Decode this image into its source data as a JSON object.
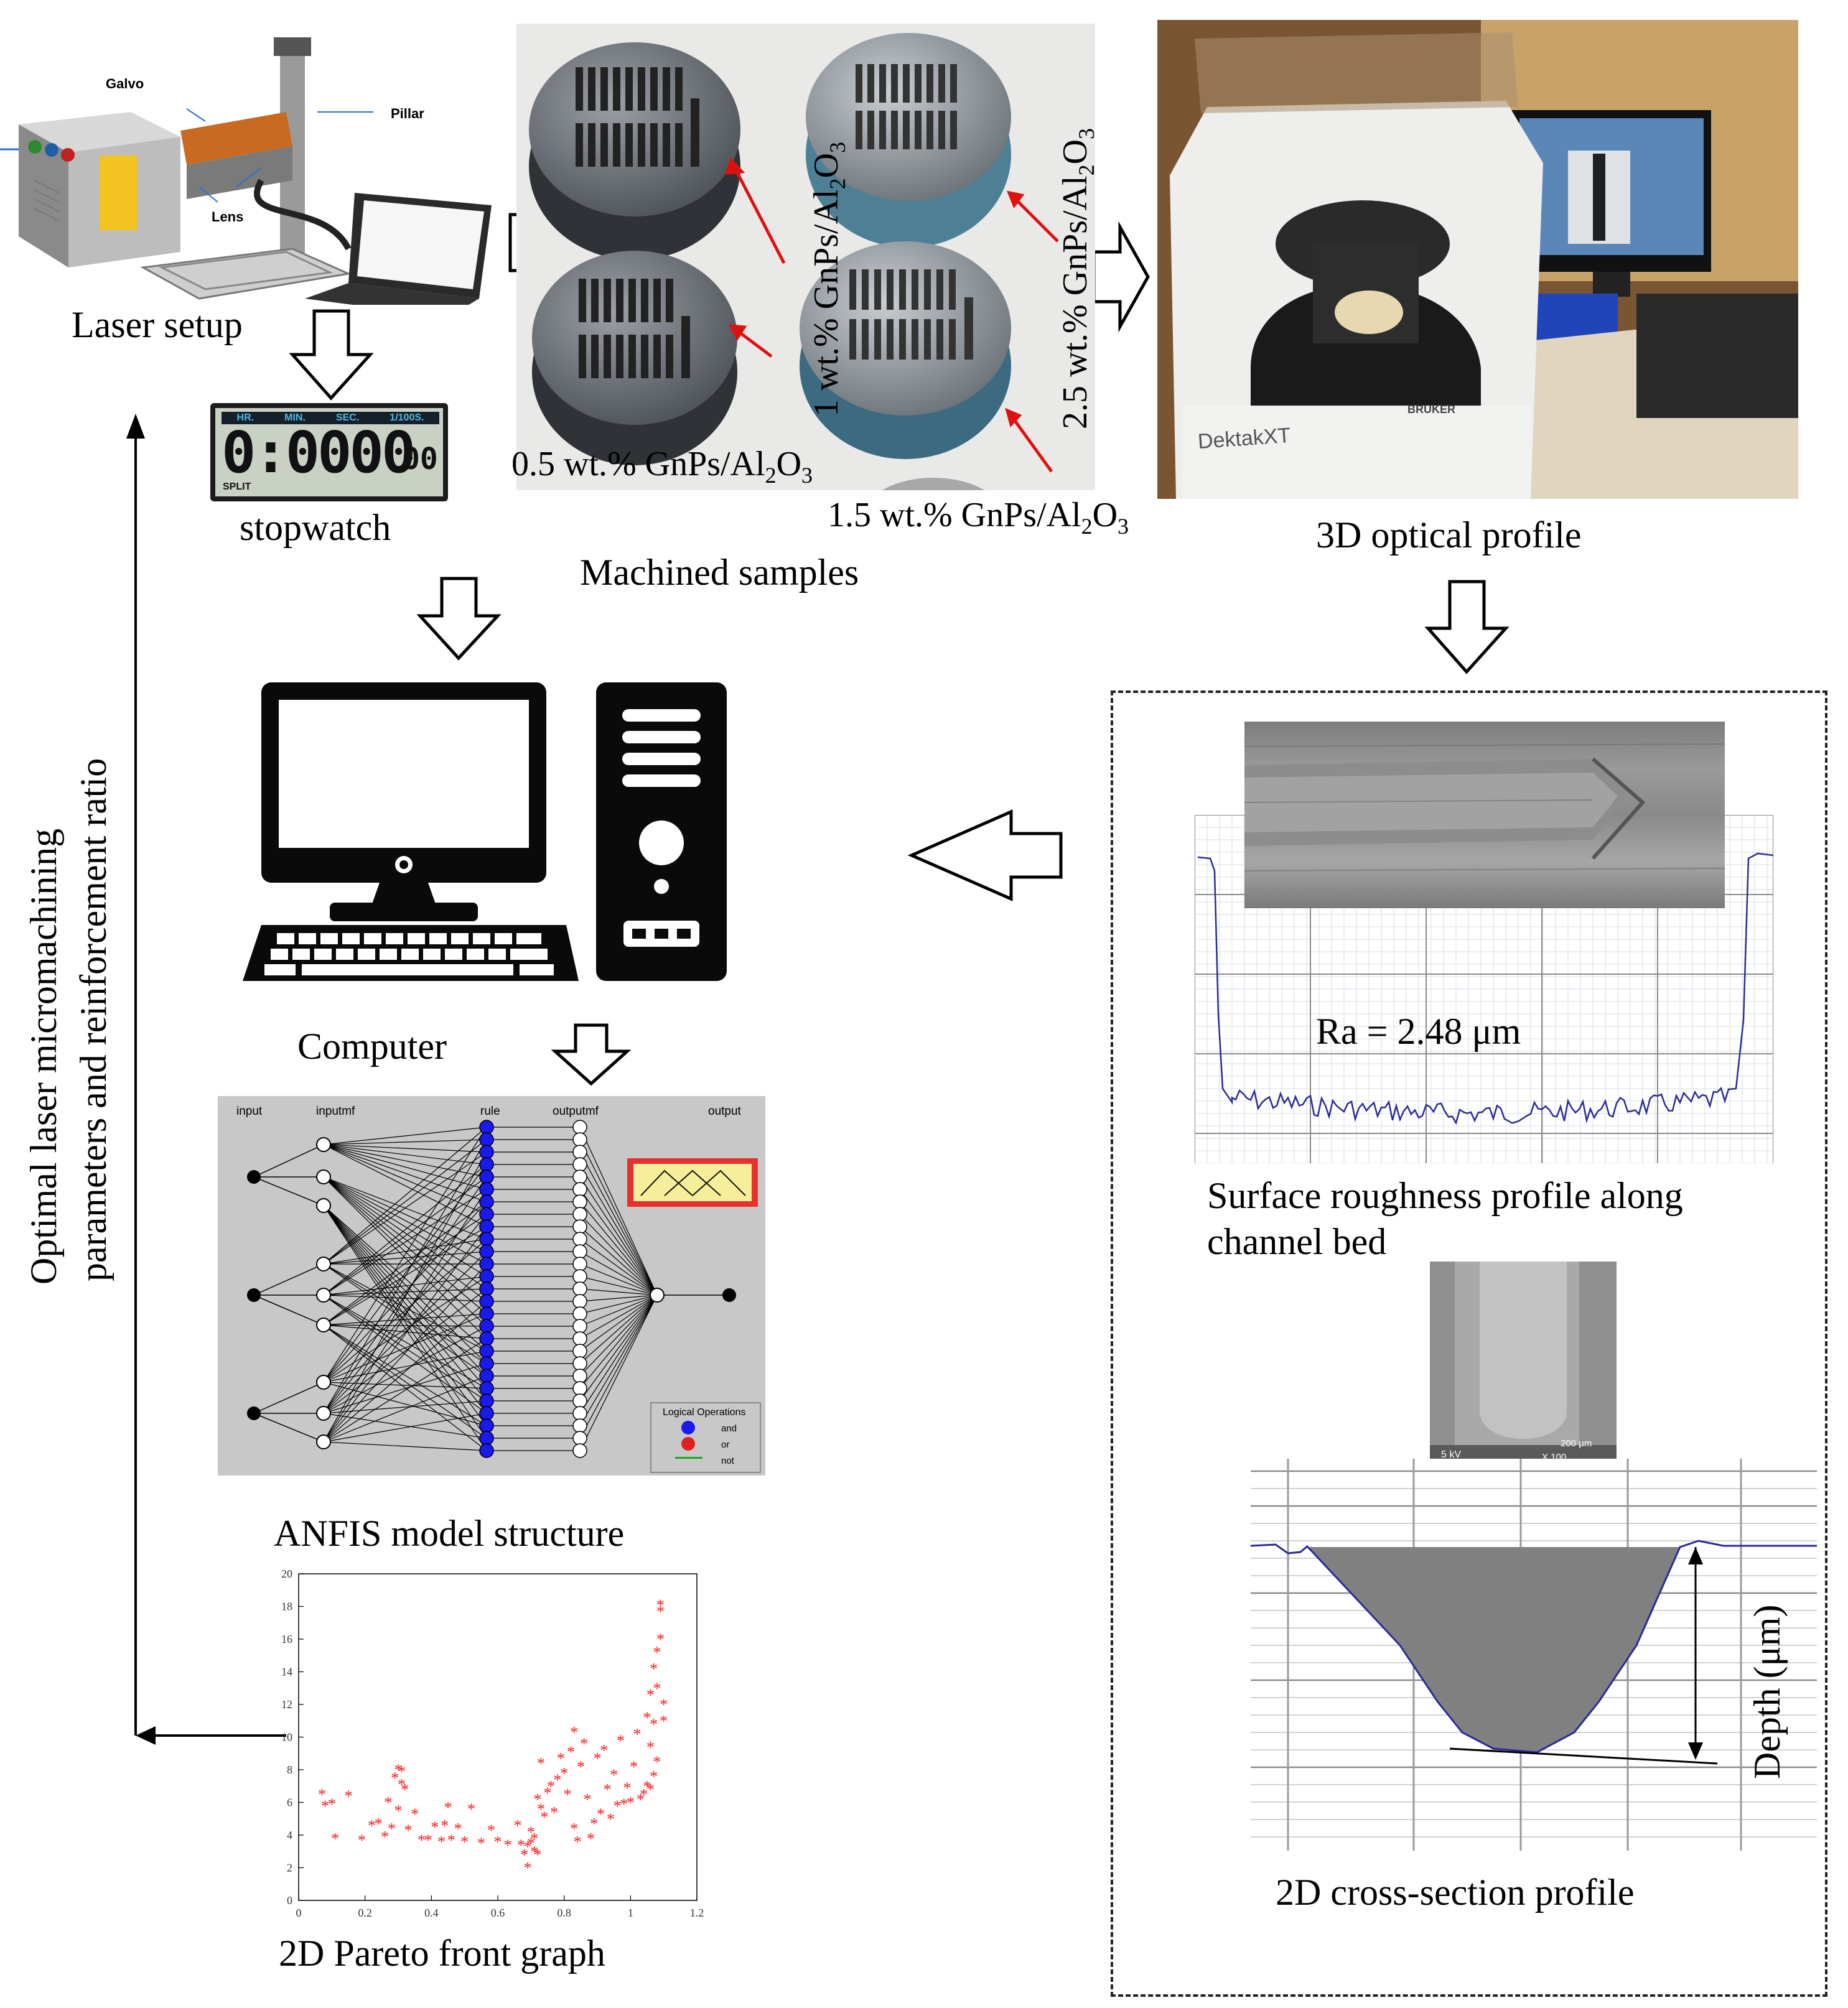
{
  "captions": {
    "laser_setup": "Laser setup",
    "stopwatch": "stopwatch",
    "machined_samples": "Machined samples",
    "optical_profile": "3D optical profile",
    "computer": "Computer",
    "anfis": "ANFIS model structure",
    "pareto": "2D Pareto front graph",
    "roughness_line1": "Surface roughness profile along",
    "roughness_line2": "channel bed",
    "cross_section": "2D cross-section profile",
    "ra_value": "Ra = 2.48 μm",
    "depth_label": "Depth (μm)",
    "side_line1": "Optimal laser micromachining",
    "side_line2": "parameters and reinforcement ratio"
  },
  "laser_labels": {
    "galvo": "Galvo",
    "pillar": "Pillar",
    "lens": "Lens"
  },
  "stopwatch_display": {
    "header": [
      "HR.",
      "MIN.",
      "SEC.",
      "1/100S."
    ],
    "digits": "0:0000",
    "fraction": "00",
    "split": "SPLIT"
  },
  "sample_labels": {
    "s05_prefix": "0.5 wt.% GnPs/Al",
    "s1": "1 wt.% GnPs/Al",
    "s15_prefix": "1.5 wt.% GnPs/Al",
    "s25": "2.5 wt.% GnPs/Al",
    "sub2": "2",
    "sub3": "3",
    "o": "O"
  },
  "profiler": {
    "brand": "DektakXT",
    "maker": "BRUKER"
  },
  "sem_labels": {
    "kv": "5 kV",
    "scale": "200 μm",
    "mag": "X 100"
  },
  "anfis_labels": {
    "input": "input",
    "inputmf": "inputmf",
    "rule": "rule",
    "outputmf": "outputmf",
    "output": "output",
    "legend_title": "Logical Operations",
    "legend_and": "and",
    "legend_or": "or",
    "legend_not": "not"
  },
  "colors": {
    "rule_node": "#1a1af0",
    "legend_or": "#e02020",
    "legend_not": "#10b010",
    "pareto_points": "#ff1a1a",
    "profile_line": "#2a2a9a",
    "panel_bg": "#c8c8c8"
  },
  "chart_data": {
    "type": "scatter",
    "title": "",
    "xlabel": "",
    "ylabel": "",
    "xlim": [
      0,
      1.2
    ],
    "ylim": [
      0,
      20
    ],
    "xticks": [
      "0",
      "0.2",
      "0.4",
      "0.6",
      "0.8",
      "1",
      "1.2"
    ],
    "yticks": [
      "0",
      "2",
      "4",
      "6",
      "8",
      "10",
      "12",
      "14",
      "16",
      "18",
      "20"
    ],
    "marker": "*",
    "points": [
      [
        0.07,
        6.5
      ],
      [
        0.08,
        5.8
      ],
      [
        0.1,
        5.9
      ],
      [
        0.11,
        3.8
      ],
      [
        0.15,
        6.4
      ],
      [
        0.19,
        3.7
      ],
      [
        0.22,
        4.6
      ],
      [
        0.24,
        4.7
      ],
      [
        0.26,
        3.9
      ],
      [
        0.27,
        6.0
      ],
      [
        0.28,
        4.4
      ],
      [
        0.29,
        7.5
      ],
      [
        0.3,
        8.0
      ],
      [
        0.3,
        5.5
      ],
      [
        0.31,
        7.9
      ],
      [
        0.31,
        7.1
      ],
      [
        0.32,
        6.8
      ],
      [
        0.33,
        4.3
      ],
      [
        0.35,
        5.3
      ],
      [
        0.37,
        3.7
      ],
      [
        0.39,
        3.7
      ],
      [
        0.41,
        4.5
      ],
      [
        0.43,
        3.6
      ],
      [
        0.44,
        4.6
      ],
      [
        0.45,
        5.7
      ],
      [
        0.46,
        3.7
      ],
      [
        0.48,
        4.4
      ],
      [
        0.5,
        3.6
      ],
      [
        0.52,
        5.6
      ],
      [
        0.55,
        3.5
      ],
      [
        0.58,
        4.3
      ],
      [
        0.6,
        3.6
      ],
      [
        0.63,
        3.4
      ],
      [
        0.66,
        4.6
      ],
      [
        0.67,
        3.4
      ],
      [
        0.68,
        2.8
      ],
      [
        0.69,
        3.3
      ],
      [
        0.69,
        2.0
      ],
      [
        0.7,
        4.2
      ],
      [
        0.7,
        3.5
      ],
      [
        0.71,
        3.8
      ],
      [
        0.71,
        3.0
      ],
      [
        0.72,
        6.2
      ],
      [
        0.72,
        2.8
      ],
      [
        0.73,
        8.4
      ],
      [
        0.73,
        5.6
      ],
      [
        0.74,
        5.1
      ],
      [
        0.75,
        6.6
      ],
      [
        0.76,
        7.0
      ],
      [
        0.77,
        5.4
      ],
      [
        0.78,
        7.4
      ],
      [
        0.79,
        8.7
      ],
      [
        0.8,
        7.8
      ],
      [
        0.81,
        6.5
      ],
      [
        0.82,
        9.1
      ],
      [
        0.83,
        10.3
      ],
      [
        0.83,
        4.4
      ],
      [
        0.84,
        3.6
      ],
      [
        0.85,
        8.2
      ],
      [
        0.86,
        9.6
      ],
      [
        0.87,
        6.2
      ],
      [
        0.88,
        3.8
      ],
      [
        0.89,
        4.7
      ],
      [
        0.9,
        8.7
      ],
      [
        0.91,
        5.3
      ],
      [
        0.92,
        9.2
      ],
      [
        0.93,
        6.8
      ],
      [
        0.94,
        5.0
      ],
      [
        0.95,
        7.7
      ],
      [
        0.96,
        5.8
      ],
      [
        0.97,
        9.8
      ],
      [
        0.98,
        5.9
      ],
      [
        0.99,
        6.9
      ],
      [
        1.0,
        6.0
      ],
      [
        1.01,
        8.2
      ],
      [
        1.02,
        10.2
      ],
      [
        1.03,
        6.2
      ],
      [
        1.04,
        6.5
      ],
      [
        1.05,
        11.2
      ],
      [
        1.05,
        7.0
      ],
      [
        1.06,
        12.6
      ],
      [
        1.06,
        9.4
      ],
      [
        1.07,
        14.2
      ],
      [
        1.07,
        10.8
      ],
      [
        1.08,
        15.2
      ],
      [
        1.08,
        13.0
      ],
      [
        1.09,
        17.7
      ],
      [
        1.09,
        18.1
      ],
      [
        1.09,
        16.0
      ],
      [
        1.1,
        12.0
      ],
      [
        1.1,
        11.0
      ],
      [
        1.08,
        8.5
      ],
      [
        1.07,
        7.6
      ],
      [
        1.06,
        6.8
      ]
    ]
  }
}
